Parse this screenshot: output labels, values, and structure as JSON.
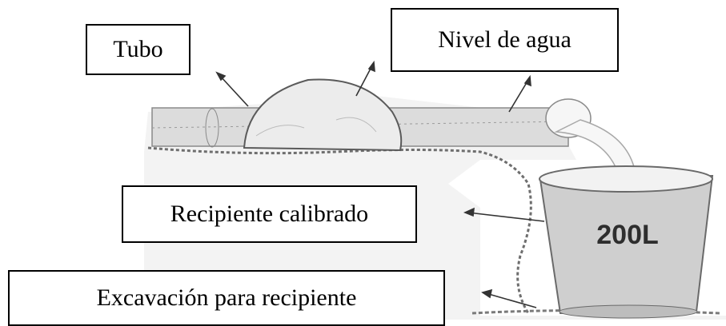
{
  "labels": {
    "tubo": "Tubo",
    "nivel_agua": "Nivel de agua",
    "recipiente": "Recipiente calibrado",
    "excavacion": "Excavación para recipiente"
  },
  "container_capacity": "200L",
  "colors": {
    "label_border": "#000000",
    "pipe": "#d8d8d8",
    "soil": "#e9e9e9",
    "water": "#f4f4f4",
    "bucket": "#c9c9c9"
  }
}
